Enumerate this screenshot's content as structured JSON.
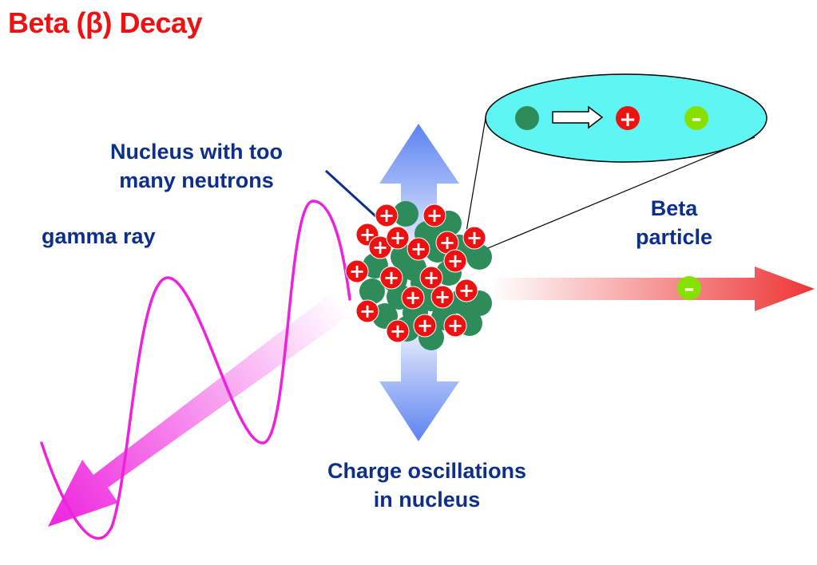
{
  "title": "Beta (β) Decay",
  "labels": {
    "nucleus": [
      "Nucleus with too",
      "many neutrons"
    ],
    "gamma": "gamma ray",
    "beta": [
      "Beta",
      "particle"
    ],
    "oscillation": [
      "Charge oscillations",
      "in nucleus"
    ]
  },
  "symbols": {
    "plus": "+",
    "minus": "–"
  },
  "colors": {
    "title": "#ee1111",
    "label": "#0d2f8a",
    "proton": "#ee1111",
    "neutron": "#2e8b5a",
    "electron": "#88e000",
    "gamma": "#ee22dd",
    "inset": "#5ff5f5",
    "charge_arrow": "#5b82f0",
    "beta_arrow": "#ee3535"
  },
  "icons": {
    "neutron": "neutron-icon",
    "proton": "proton-icon",
    "electron": "electron-icon",
    "transform": "hollow-right-arrow-icon"
  }
}
